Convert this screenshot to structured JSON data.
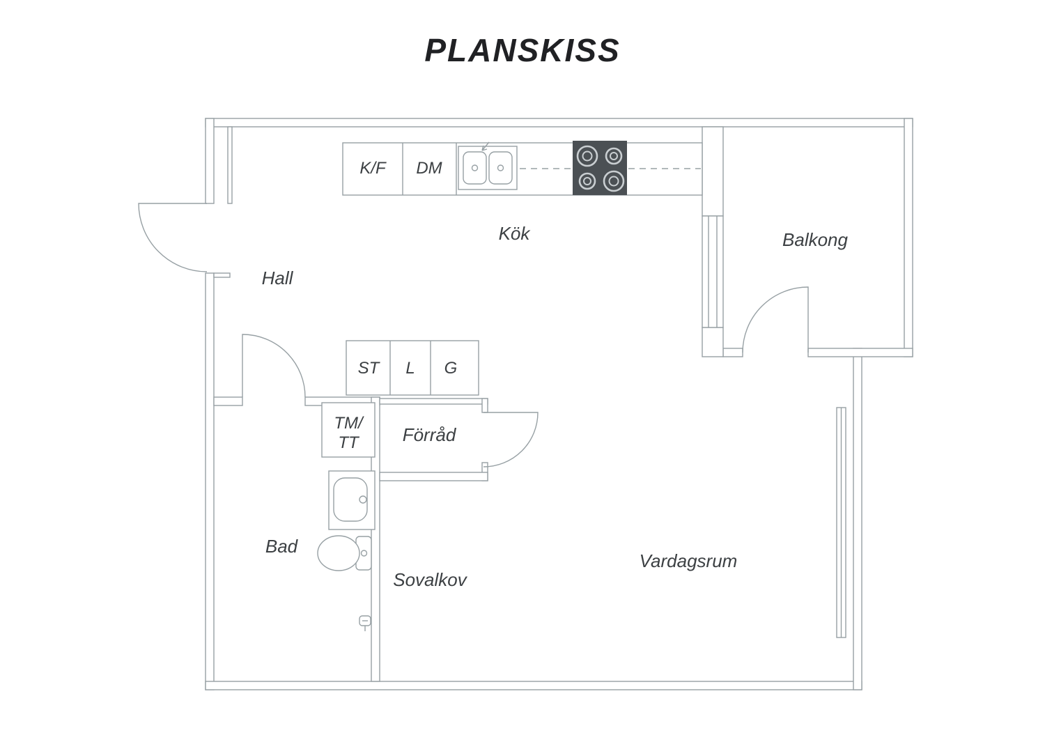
{
  "title": "PLANSKISS",
  "rooms": {
    "hall": "Hall",
    "kok": "Kök",
    "balkong": "Balkong",
    "bad": "Bad",
    "sovalkov": "Sovalkov",
    "vardagsrum": "Vardagsrum",
    "forrad": "Förråd"
  },
  "kitchen": {
    "fridge_freezer": "K/F",
    "dishwasher": "DM"
  },
  "closets": {
    "st": "ST",
    "l": "L",
    "g": "G"
  },
  "laundry": {
    "line1": "TM/",
    "line2": "TT"
  },
  "colors": {
    "line": "#97a0a4",
    "text": "#3c4043",
    "stove": "#4b5054",
    "title": "#202124"
  }
}
